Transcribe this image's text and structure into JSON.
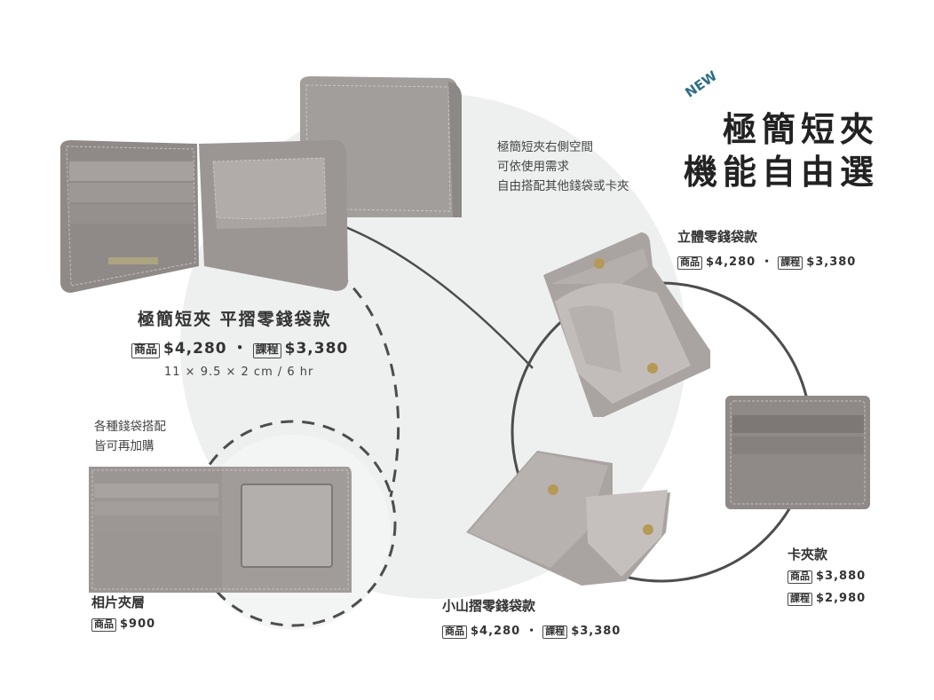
{
  "badge": "NEW",
  "hero": {
    "line1": "極簡短夾",
    "line2": "機能自由選",
    "note_lines": [
      "極簡短夾右側空間",
      "可依使用需求",
      "自由搭配其他錢袋或卡夾"
    ]
  },
  "main_product": {
    "title": "極簡短夾 平摺零錢袋款",
    "product_tag": "商品",
    "product_price": "$4,280",
    "course_tag": "課程",
    "course_price": "$3,380",
    "separator": "・",
    "dimensions": "11 × 9.5 × 2 cm / 6 hr"
  },
  "addon_note": [
    "各種錢袋搭配",
    "皆可再加購"
  ],
  "photo_layer": {
    "title": "相片夾層",
    "product_tag": "商品",
    "price": "$900"
  },
  "cube_purse": {
    "title": "立體零錢袋款",
    "product_tag": "商品",
    "product_price": "$4,280",
    "separator": "・",
    "course_tag": "課程",
    "course_price": "$3,380"
  },
  "mountain_purse": {
    "title": "小山摺零錢袋款",
    "product_tag": "商品",
    "product_price": "$4,280",
    "separator": "・",
    "course_tag": "課程",
    "course_price": "$3,380"
  },
  "card_holder": {
    "title": "卡夾款",
    "product_tag": "商品",
    "product_price": "$3,880",
    "course_tag": "課程",
    "course_price": "$2,980"
  },
  "colors": {
    "leather": "#8f8a88",
    "leather_light": "#aaa5a3",
    "bg_circle": "#eef0f0",
    "badge": "#2d6e86",
    "line": "#4d4d4d"
  }
}
